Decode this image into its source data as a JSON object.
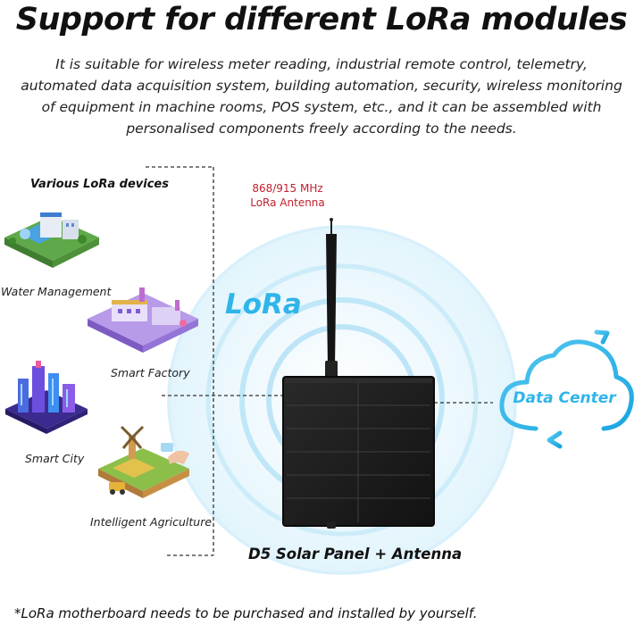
{
  "header": {
    "title": "Support for different LoRa modules",
    "description_lines": [
      "It is suitable for wireless meter reading, industrial remote control, telemetry,",
      "automated data acquisition system, building automation, security, wireless monitoring",
      "of equipment in machine rooms, POS system, etc., and it can be assembled with",
      "personalised components freely according to the needs."
    ]
  },
  "devices": {
    "heading": "Various LoRa devices",
    "items": [
      {
        "label": "Water Management",
        "icon": "water-management-icon"
      },
      {
        "label": "Smart Factory",
        "icon": "smart-factory-icon"
      },
      {
        "label": "Smart City",
        "icon": "smart-city-icon"
      },
      {
        "label": "Intelligent Agriculture",
        "icon": "intelligent-agriculture-icon"
      }
    ]
  },
  "antenna": {
    "frequency": "868/915 MHz",
    "label": "LoRa Antenna"
  },
  "signal": {
    "label": "LoRa"
  },
  "product": {
    "label": "D5 Solar Panel + Antenna"
  },
  "cloud": {
    "label": "Data Center"
  },
  "footnote": "*LoRa motherboard needs to be purchased and installed by yourself.",
  "colors": {
    "accent": "#2fb5e9",
    "antenna_text": "#c0212f",
    "panel": "#1b1b1b"
  }
}
